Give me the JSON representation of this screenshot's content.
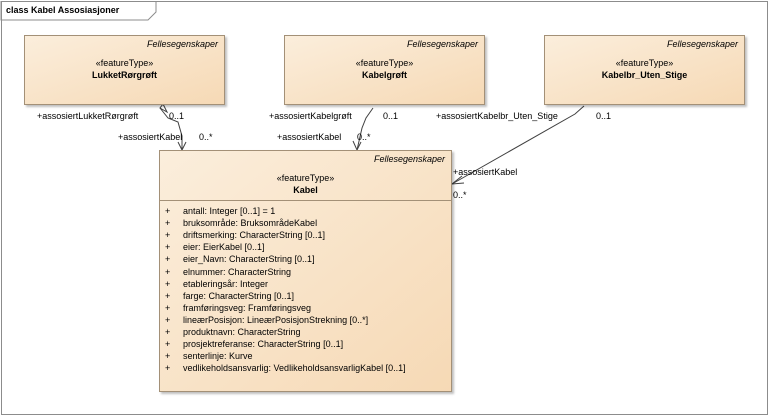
{
  "diagram": {
    "title": "class Kabel Assosiasjoner"
  },
  "classes": {
    "lukket": {
      "package": "Fellesegenskaper",
      "stereotype": "«featureType»",
      "name": "LukketRørgrøft"
    },
    "grøft": {
      "package": "Fellesegenskaper",
      "stereotype": "«featureType»",
      "name": "Kabelgrøft"
    },
    "bru": {
      "package": "Fellesegenskaper",
      "stereotype": "«featureType»",
      "name": "Kabelbr_Uten_Stige"
    },
    "kabel": {
      "package": "Fellesegenskaper",
      "stereotype": "«featureType»",
      "name": "Kabel",
      "attributes": [
        {
          "vis": "+",
          "text": "antall: Integer [0..1] = 1"
        },
        {
          "vis": "+",
          "text": "bruksområde: BruksområdeKabel"
        },
        {
          "vis": "+",
          "text": "driftsmerking: CharacterString [0..1]"
        },
        {
          "vis": "+",
          "text": "eier: EierKabel [0..1]"
        },
        {
          "vis": "+",
          "text": "eier_Navn: CharacterString [0..1]"
        },
        {
          "vis": "+",
          "text": "elnummer: CharacterString"
        },
        {
          "vis": "+",
          "text": "etableringsår: Integer"
        },
        {
          "vis": "+",
          "text": "farge: CharacterString [0..1]"
        },
        {
          "vis": "+",
          "text": "framføringsveg: Framføringsveg"
        },
        {
          "vis": "+",
          "text": "lineærPosisjon: LineærPosisjonStrekning [0..*]"
        },
        {
          "vis": "+",
          "text": "produktnavn: CharacterString"
        },
        {
          "vis": "+",
          "text": "prosjektreferanse: CharacterString [0..1]"
        },
        {
          "vis": "+",
          "text": "senterlinje: Kurve"
        },
        {
          "vis": "+",
          "text": "vedlikeholdsansvarlig: VedlikeholdsansvarligKabel [0..1]"
        }
      ]
    }
  },
  "associations": {
    "a1": {
      "role_top": "+assosiertLukketRørgrøft",
      "mult_top": "0..1",
      "role_bottom": "+assosiertKabel",
      "mult_bottom": "0..*"
    },
    "a2": {
      "role_top": "+assosiertKabelgrøft",
      "mult_top": "0..1",
      "role_bottom": "+assosiertKabel",
      "mult_bottom": "0..*"
    },
    "a3": {
      "role_top": "+assosiertKabelbr_Uten_Stige",
      "mult_top": "0..1",
      "role_bottom": "+assosiertKabel",
      "mult_bottom": "0..*"
    }
  }
}
